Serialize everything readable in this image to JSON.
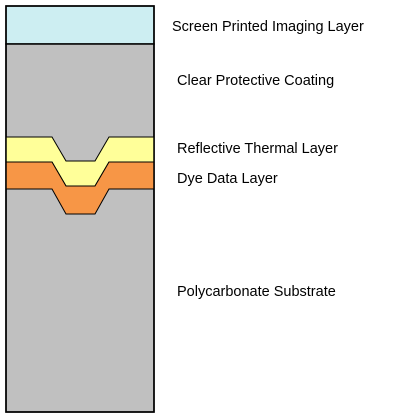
{
  "layers": {
    "imaging": {
      "label": "Screen Printed Imaging Layer",
      "color": "#cdeef2"
    },
    "coating": {
      "label": "Clear Protective Coating",
      "color": "#c0c0c0"
    },
    "reflective": {
      "label": "Reflective Thermal Layer",
      "color": "#ffff99"
    },
    "dye": {
      "label": "Dye Data Layer",
      "color": "#f79646"
    },
    "substrate": {
      "label": "Polycarbonate Substrate",
      "color": "#c0c0c0"
    }
  },
  "outline_color": "#000000"
}
